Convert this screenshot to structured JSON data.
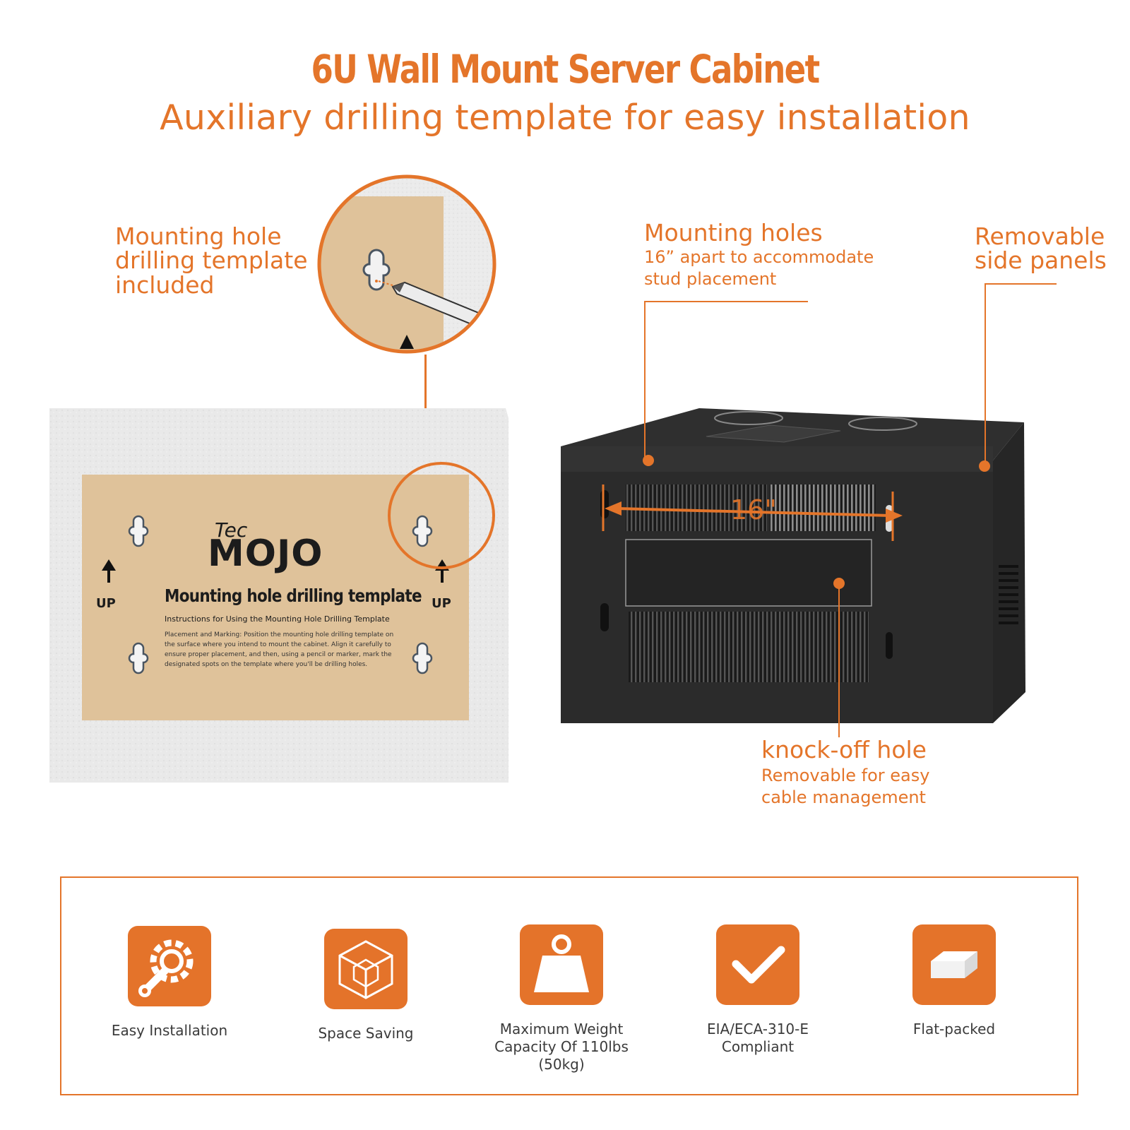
{
  "header": {
    "title": "6U Wall Mount Server Cabinet",
    "subtitle": "Auxiliary drilling template for easy installation"
  },
  "callouts": {
    "template": {
      "lines": [
        "Mounting hole",
        "drilling template",
        "included"
      ]
    },
    "holes": {
      "title": "Mounting holes",
      "desc": [
        "16” apart to accommodate",
        "stud placement"
      ]
    },
    "panels": {
      "lines": [
        "Removable",
        "side panels"
      ]
    },
    "knockoff": {
      "title": "knock-off hole",
      "desc": [
        "Removable for easy",
        "cable management"
      ]
    }
  },
  "template_card": {
    "brand_small": "Tec",
    "brand_big": "MOJO",
    "heading": "Mounting hole drilling template",
    "instructions_title": "Instructions for Using the Mounting Hole Drilling Template",
    "instructions_body": [
      "Placement and Marking: Position the mounting hole drilling template on",
      "the surface where you intend to mount the cabinet. Align it carefully to",
      "ensure proper placement, and then, using a pencil or marker, mark the",
      "designated spots on the template where you'll be drilling holes."
    ],
    "up_left": "UP",
    "up_right": "UP"
  },
  "cabinet": {
    "dimension_label": "16\""
  },
  "features": [
    {
      "icon": "wrench-gear-icon",
      "lines": [
        "Easy Installation"
      ]
    },
    {
      "icon": "cube-icon",
      "lines": [
        "Space Saving"
      ]
    },
    {
      "icon": "weight-icon",
      "lines": [
        "Maximum Weight",
        "Capacity Of 110lbs (50kg)"
      ]
    },
    {
      "icon": "checkmark-icon",
      "lines": [
        "EIA/ECA-310-E",
        "Compliant"
      ]
    },
    {
      "icon": "box-icon",
      "lines": [
        "Flat-packed"
      ]
    }
  ],
  "colors": {
    "accent": "#e4752a",
    "template_kraft": "#dfc29a",
    "cabinet": "#2a2a2a"
  }
}
